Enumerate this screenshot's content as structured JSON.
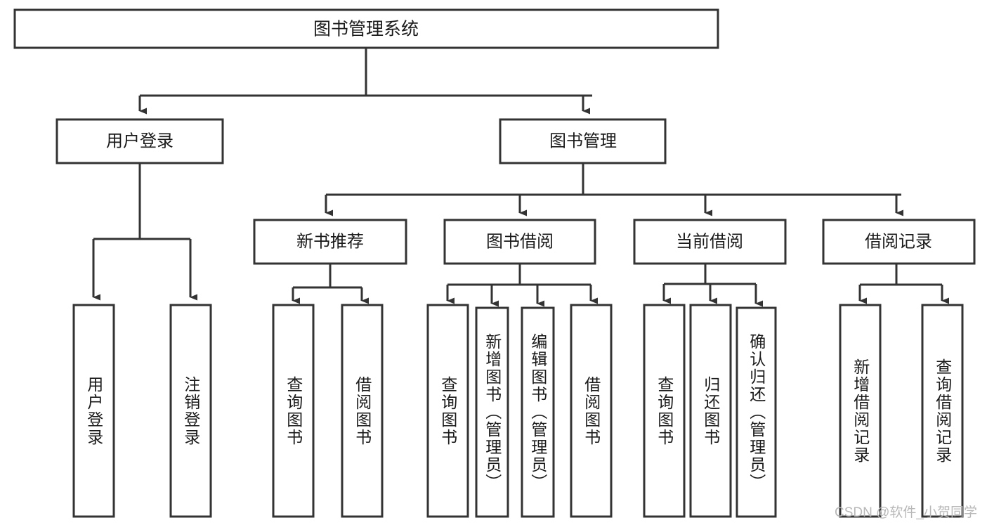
{
  "diagram": {
    "title": "图书管理系统",
    "type": "tree",
    "root": {
      "id": "root",
      "label": "图书管理系统",
      "orientation": "horizontal"
    },
    "level2": [
      {
        "id": "user-login",
        "label": "用户登录",
        "orientation": "horizontal"
      },
      {
        "id": "book-manage",
        "label": "图书管理",
        "orientation": "horizontal"
      }
    ],
    "level3": [
      {
        "id": "new-book-recommend",
        "label": "新书推荐",
        "orientation": "horizontal",
        "parent": "book-manage"
      },
      {
        "id": "book-borrow",
        "label": "图书借阅",
        "orientation": "horizontal",
        "parent": "book-manage"
      },
      {
        "id": "current-borrow",
        "label": "当前借阅",
        "orientation": "horizontal",
        "parent": "book-manage"
      },
      {
        "id": "borrow-record",
        "label": "借阅记录",
        "orientation": "horizontal",
        "parent": "book-manage"
      }
    ],
    "leaves": [
      {
        "id": "leaf-user-login",
        "label": "用户登录",
        "orientation": "vertical",
        "parent": "user-login"
      },
      {
        "id": "leaf-user-logout",
        "label": "注销登录",
        "orientation": "vertical",
        "parent": "user-login"
      },
      {
        "id": "leaf-query-book-1",
        "label": "查询图书",
        "orientation": "vertical",
        "parent": "new-book-recommend"
      },
      {
        "id": "leaf-borrow-book-1",
        "label": "借阅图书",
        "orientation": "vertical",
        "parent": "new-book-recommend"
      },
      {
        "id": "leaf-query-book-2",
        "label": "查询图书",
        "orientation": "vertical",
        "parent": "book-borrow"
      },
      {
        "id": "leaf-add-book",
        "label": "新增图书（管理员）",
        "orientation": "vertical",
        "parent": "book-borrow"
      },
      {
        "id": "leaf-edit-book",
        "label": "编辑图书（管理员）",
        "orientation": "vertical",
        "parent": "book-borrow"
      },
      {
        "id": "leaf-borrow-book-2",
        "label": "借阅图书",
        "orientation": "vertical",
        "parent": "book-borrow"
      },
      {
        "id": "leaf-query-book-3",
        "label": "查询图书",
        "orientation": "vertical",
        "parent": "current-borrow"
      },
      {
        "id": "leaf-return-book",
        "label": "归还图书",
        "orientation": "vertical",
        "parent": "current-borrow"
      },
      {
        "id": "leaf-confirm-return",
        "label": "确认归还（管理员）",
        "orientation": "vertical",
        "parent": "current-borrow"
      },
      {
        "id": "leaf-add-record",
        "label": "新增借阅记录",
        "orientation": "vertical",
        "parent": "borrow-record"
      },
      {
        "id": "leaf-query-record",
        "label": "查询借阅记录",
        "orientation": "vertical",
        "parent": "borrow-record"
      }
    ],
    "colors": {
      "stroke": "#333333",
      "fill": "#ffffff",
      "text": "#1a1a1a",
      "watermark": "#b8b8b8",
      "background": "#ffffff"
    }
  },
  "watermark": {
    "text": "CSDN @软件_小贺同学"
  }
}
